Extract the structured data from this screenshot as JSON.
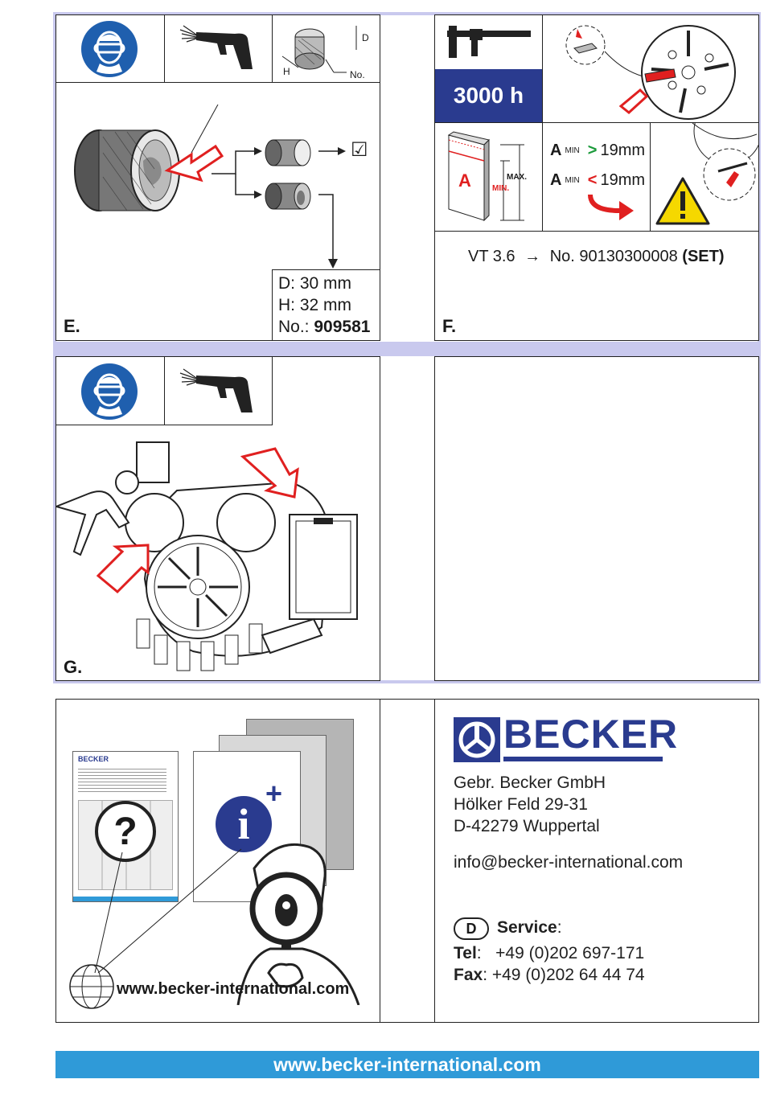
{
  "panel_e": {
    "letter": "E.",
    "diagram_labels": {
      "d": "D",
      "h": "H",
      "no": "No."
    },
    "check_mark": "☑",
    "dims": {
      "d": "D: 30 mm",
      "h": "H: 32 mm",
      "no_label": "No.: ",
      "no_value": "909581"
    }
  },
  "panel_f": {
    "letter": "F.",
    "hours": "3000 h",
    "label_a": "A",
    "label_max": "MAX.",
    "label_min": "MIN.",
    "cond1": {
      "a": "A",
      "sub": "MIN",
      "op": ">",
      "value": "19mm"
    },
    "cond2": {
      "a": "A",
      "sub": "MIN",
      "op": "<",
      "value": "19mm"
    },
    "vt_line": {
      "model": "VT 3.6",
      "arrow": "→",
      "number": "No. 90130300008",
      "set": "(SET)"
    }
  },
  "panel_g": {
    "letter": "G."
  },
  "info": {
    "question": "?",
    "info_i": "i",
    "plus": "+",
    "url": "www.becker-international.com",
    "doc_brand": "BECKER"
  },
  "company": {
    "brand": "BECKER",
    "name": "Gebr. Becker GmbH",
    "street": "Hölker Feld 29-31",
    "city": "D-42279 Wuppertal",
    "email": "info@becker-international.com",
    "country_code": "D",
    "service_label": "Service",
    "tel_label": "Tel",
    "tel": "+49 (0)202 697-171",
    "fax_label": "Fax",
    "fax": "+49 (0)202 64 44 74"
  },
  "footer": {
    "url": "www.becker-international.com"
  },
  "colors": {
    "accent_blue": "#2a3b8f",
    "footer_blue": "#2f9ad8",
    "warning_red": "#e02020",
    "warning_yellow": "#f5d800",
    "safety_blue": "#1f5fae"
  }
}
